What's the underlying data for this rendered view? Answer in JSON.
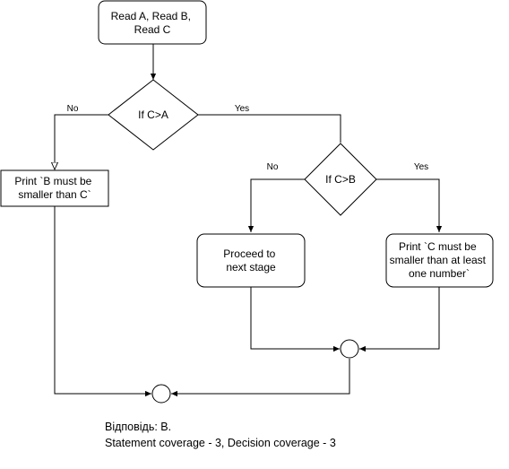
{
  "diagram": {
    "nodes": {
      "start": {
        "lines": [
          "Read A, Read B,",
          "Read C"
        ]
      },
      "decision1": {
        "lines": [
          "If C>A"
        ]
      },
      "print_b": {
        "lines": [
          "Print `B must be",
          "smaller than C`"
        ]
      },
      "decision2": {
        "lines": [
          "If C>B"
        ]
      },
      "proceed": {
        "lines": [
          "Proceed to",
          "next stage"
        ]
      },
      "print_c": {
        "lines": [
          "Print `C must be",
          "smaller than at least",
          "one number`"
        ]
      }
    },
    "edge_labels": {
      "d1_no": "No",
      "d1_yes": "Yes",
      "d2_no": "No",
      "d2_yes": "Yes"
    }
  },
  "caption": {
    "line1": "Відповідь: B.",
    "line2": "Statement coverage - 3, Decision coverage -  3"
  }
}
